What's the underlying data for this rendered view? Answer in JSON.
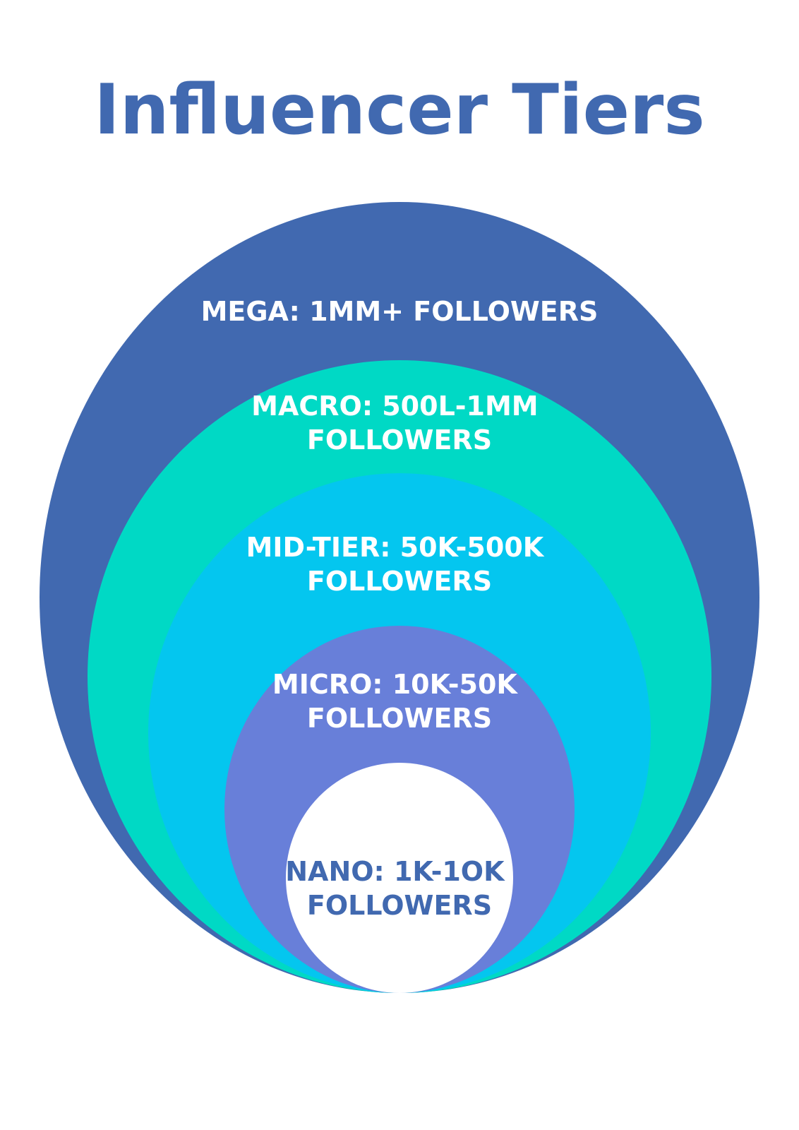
{
  "title": "Influencer Tiers",
  "colors": {
    "mega": "#4169b0",
    "macro": "#00d9c5",
    "mid_tier": "#04c6ef",
    "micro": "#687fd9",
    "nano": "#ffffff",
    "light_text": "#ffffff",
    "dark_text": "#4169b0"
  },
  "tiers": [
    {
      "key": "mega",
      "lines": [
        "MEGA: 1MM+ FOLLOWERS"
      ]
    },
    {
      "key": "macro",
      "lines": [
        "MACRO: 500L-1MM",
        "FOLLOWERS"
      ]
    },
    {
      "key": "mid_tier",
      "lines": [
        "MID-TIER: 50K-500K",
        "FOLLOWERS"
      ]
    },
    {
      "key": "micro",
      "lines": [
        "MICRO: 10K-50K",
        "FOLLOWERS"
      ]
    },
    {
      "key": "nano",
      "lines": [
        "NANO: 1K-1OK",
        "FOLLOWERS"
      ]
    }
  ]
}
